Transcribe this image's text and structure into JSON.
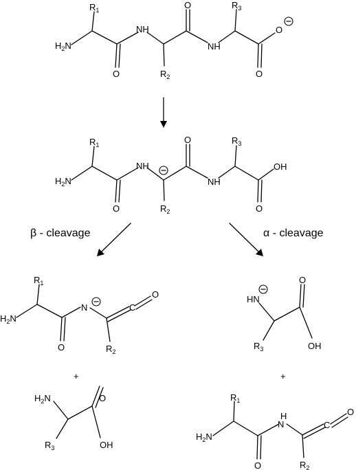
{
  "labels": {
    "beta": "β - cleavage",
    "alpha": "α - cleavage",
    "plus": "+"
  },
  "atoms": {
    "R": "R",
    "sub1": "1",
    "sub2": "2",
    "sub3": "3",
    "H2N_H": "H",
    "H2N_2": "2",
    "H2N_N": "N",
    "NH": "NH",
    "HN": "HN",
    "N": "N",
    "H": "H",
    "O": "O",
    "OH": "OH",
    "C": "C"
  }
}
